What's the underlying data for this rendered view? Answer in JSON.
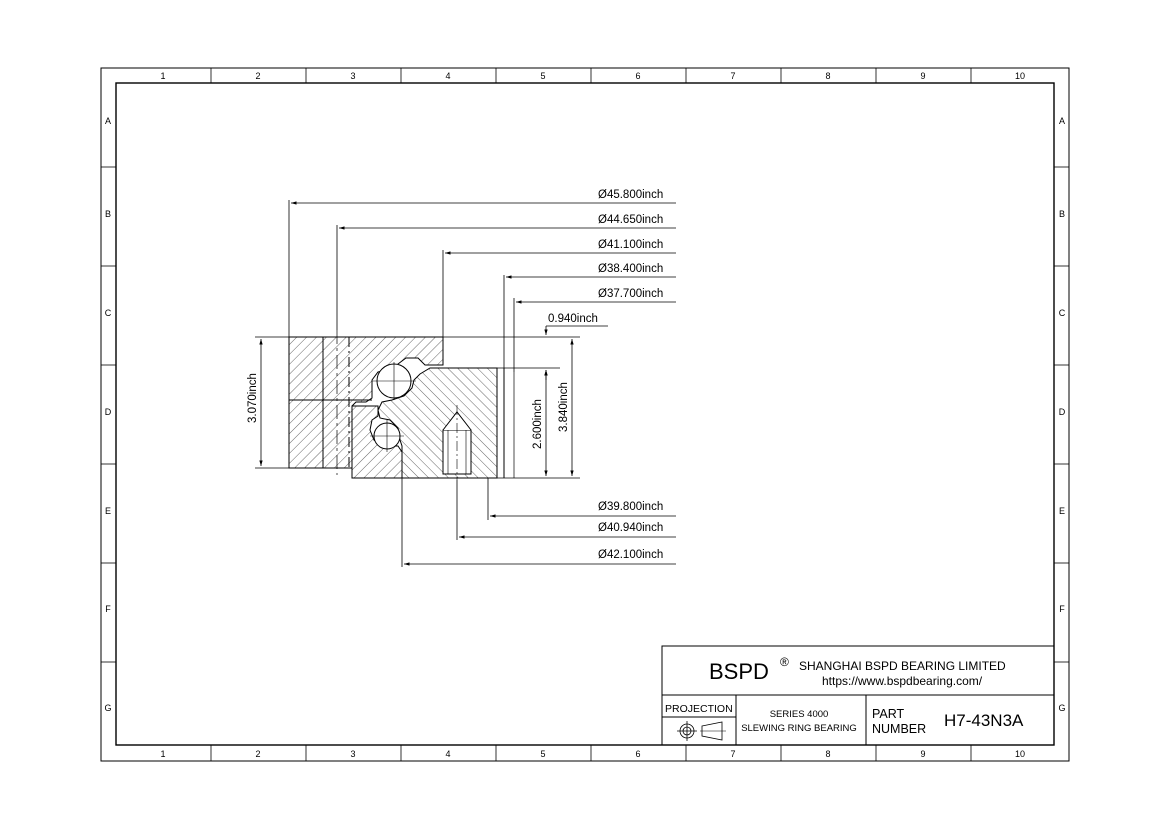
{
  "sheet": {
    "columns": [
      "1",
      "2",
      "3",
      "4",
      "5",
      "6",
      "7",
      "8",
      "9",
      "10"
    ],
    "rows": [
      "A",
      "B",
      "C",
      "D",
      "E",
      "F",
      "G"
    ]
  },
  "dimensions": {
    "outer_diameters": [
      "Ø45.800inch",
      "Ø44.650inch",
      "Ø41.100inch",
      "Ø38.400inch",
      "Ø37.700inch"
    ],
    "inner_diameters": [
      "Ø39.800inch",
      "Ø40.940inch",
      "Ø42.100inch"
    ],
    "offset": "0.940inch",
    "total_height": "3.070inch",
    "height_a": "2.600inch",
    "height_b": "3.840inch"
  },
  "title_block": {
    "brand": "BSPD",
    "registered": "®",
    "company": "SHANGHAI BSPD BEARING LIMITED",
    "website": "https://www.bspdbearing.com/",
    "projection_label": "PROJECTION",
    "series": "SERIES 4000",
    "description": "SLEWING RING BEARING",
    "part_label_1": "PART",
    "part_label_2": "NUMBER",
    "part_number": "H7-43N3A"
  },
  "colors": {
    "line": "#000000",
    "paper": "#ffffff"
  }
}
